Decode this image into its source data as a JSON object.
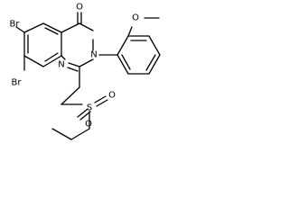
{
  "atoms": {
    "br_top": "Br",
    "br_bottom": "Br",
    "oxygen_carbonyl": "O",
    "oxygen_methoxy": "O",
    "nitrogen_amide": "N",
    "nitrogen_imine": "N",
    "sulfur": "S",
    "oxygen_sulfonyl_left": "O",
    "oxygen_sulfonyl_right": "O"
  },
  "colors": {
    "ink": "#000000",
    "background": "#ffffff"
  }
}
